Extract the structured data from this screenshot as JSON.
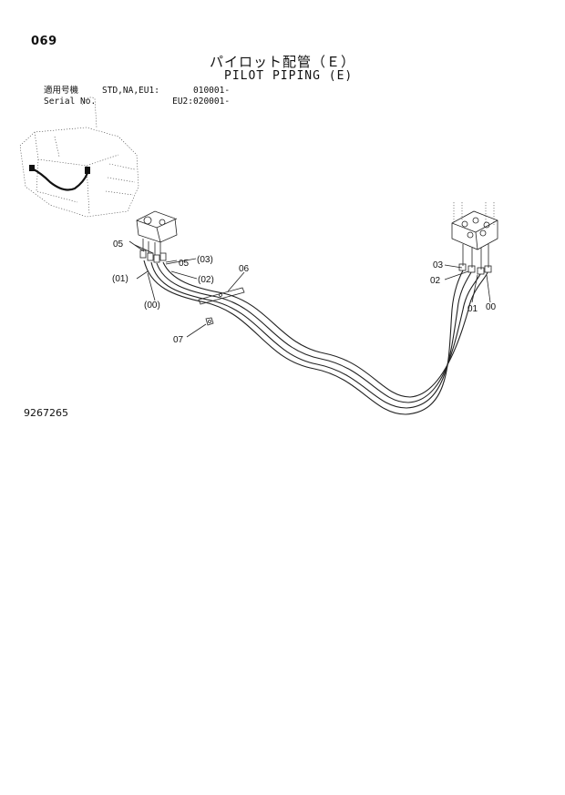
{
  "header": {
    "page_number": "069",
    "title_jp": "パイロット配管（Ｅ）",
    "title_en": "PILOT PIPING (E)"
  },
  "applicability": {
    "label_jp": "適用号機",
    "label_en": "Serial No.",
    "spec_line1": "STD,NA,EU1:",
    "range_line1": "010001-",
    "spec_line2": "EU2:",
    "range_line2": "020001-"
  },
  "callouts": {
    "c05a": "05",
    "c05b": "05",
    "c03l": "(03)",
    "c02l": "(02)",
    "c01l": "(01)",
    "c00l": "(00)",
    "c06": "06",
    "c07": "07",
    "c03r": "03",
    "c02r": "02",
    "c01r": "01",
    "c00r": "00"
  },
  "footer": {
    "doc_number": "9267265"
  }
}
